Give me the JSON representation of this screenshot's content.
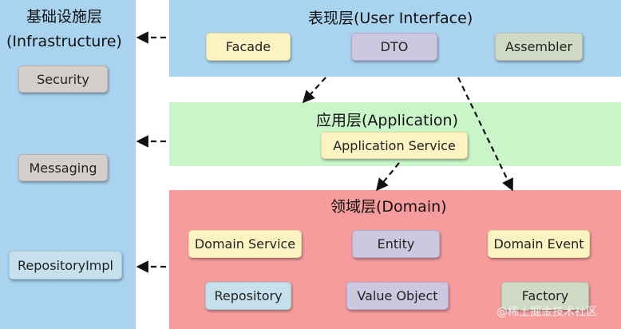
{
  "infrastructure": {
    "title_line1": "基础设施层",
    "title_line2": "(Infrastructure)",
    "items": [
      "Security",
      "Messaging",
      "RepositoryImpl"
    ]
  },
  "ui_layer": {
    "title": "表现层(User Interface)",
    "items": [
      "Facade",
      "DTO",
      "Assembler"
    ]
  },
  "application_layer": {
    "title": "应用层(Application)",
    "items": [
      "Application Service"
    ]
  },
  "domain_layer": {
    "title": "领域层(Domain)",
    "items": [
      "Domain Service",
      "Entity",
      "Domain Event",
      "Repository",
      "Value Object",
      "Factory"
    ]
  },
  "watermark": "@稀土掘金技术社区",
  "colors": {
    "layer_blue": "#a9d3ef",
    "layer_green": "#c9f5c9",
    "layer_red": "#f79c9c"
  }
}
